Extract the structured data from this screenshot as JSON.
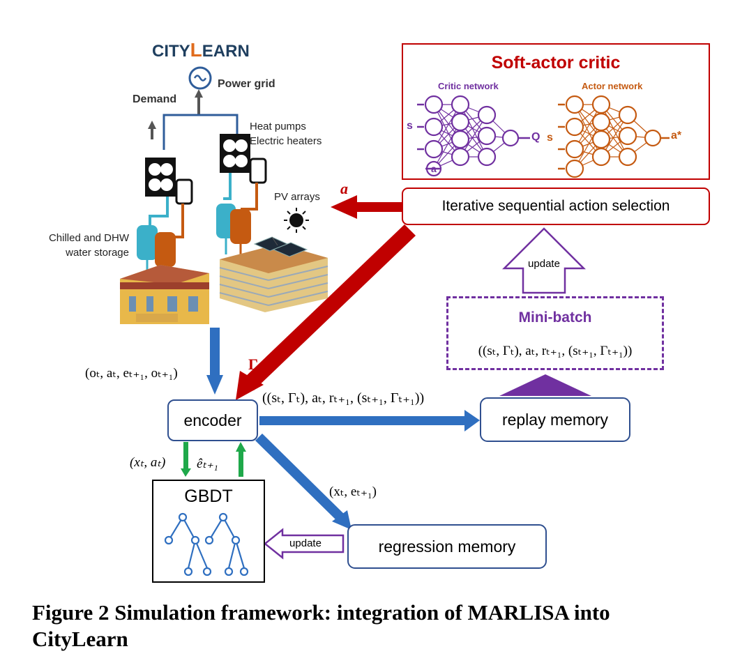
{
  "logo": {
    "city": "CITY",
    "learn_l": "L",
    "learn_rest": "EARN"
  },
  "building": {
    "power_grid": "Power grid",
    "demand": "Demand",
    "heat_pumps": "Heat pumps",
    "electric_heaters": "Electric heaters",
    "pv_arrays": "PV arrays",
    "storage_line1": "Chilled and DHW",
    "storage_line2": "water storage"
  },
  "sac": {
    "title": "Soft-actor critic",
    "critic_label": "Critic network",
    "actor_label": "Actor network",
    "critic_in_s": "s",
    "critic_in_a": "a",
    "critic_out": "Q",
    "actor_in_s": "s",
    "actor_out": "a*"
  },
  "iterative": "Iterative sequential action selection",
  "action_symbol": "a",
  "gamma_symbol": "Γ",
  "update_top": "update",
  "minibatch": {
    "title": "Mini-batch",
    "tuple": "((sₜ, Γₜ), aₜ, rₜ₊₁, (sₜ₊₁, Γₜ₊₁))"
  },
  "obs_tuple": "(oₜ, aₜ, eₜ₊₁, oₜ₊₁)",
  "encoder": "encoder",
  "transition_tuple": "((sₜ, Γₜ), aₜ, rₜ₊₁, (sₜ₊₁, Γₜ₊₁))",
  "replay": "replay memory",
  "xa_tuple": "(xₜ, aₜ)",
  "e_hat": "êₜ₊₁",
  "xe_tuple": "(xₜ, eₜ₊₁)",
  "gbdt": "GBDT",
  "update_bottom": "update",
  "regression": "regression memory",
  "caption_line1": "Figure 2 Simulation framework: integration of MARLISA into",
  "caption_line2": "CityLearn",
  "colors": {
    "red": "#c00000",
    "blue": "#2f6fc0",
    "navy": "#2f4f8f",
    "green": "#1fa84a",
    "purple": "#7030a0",
    "orange": "#c55a11"
  }
}
